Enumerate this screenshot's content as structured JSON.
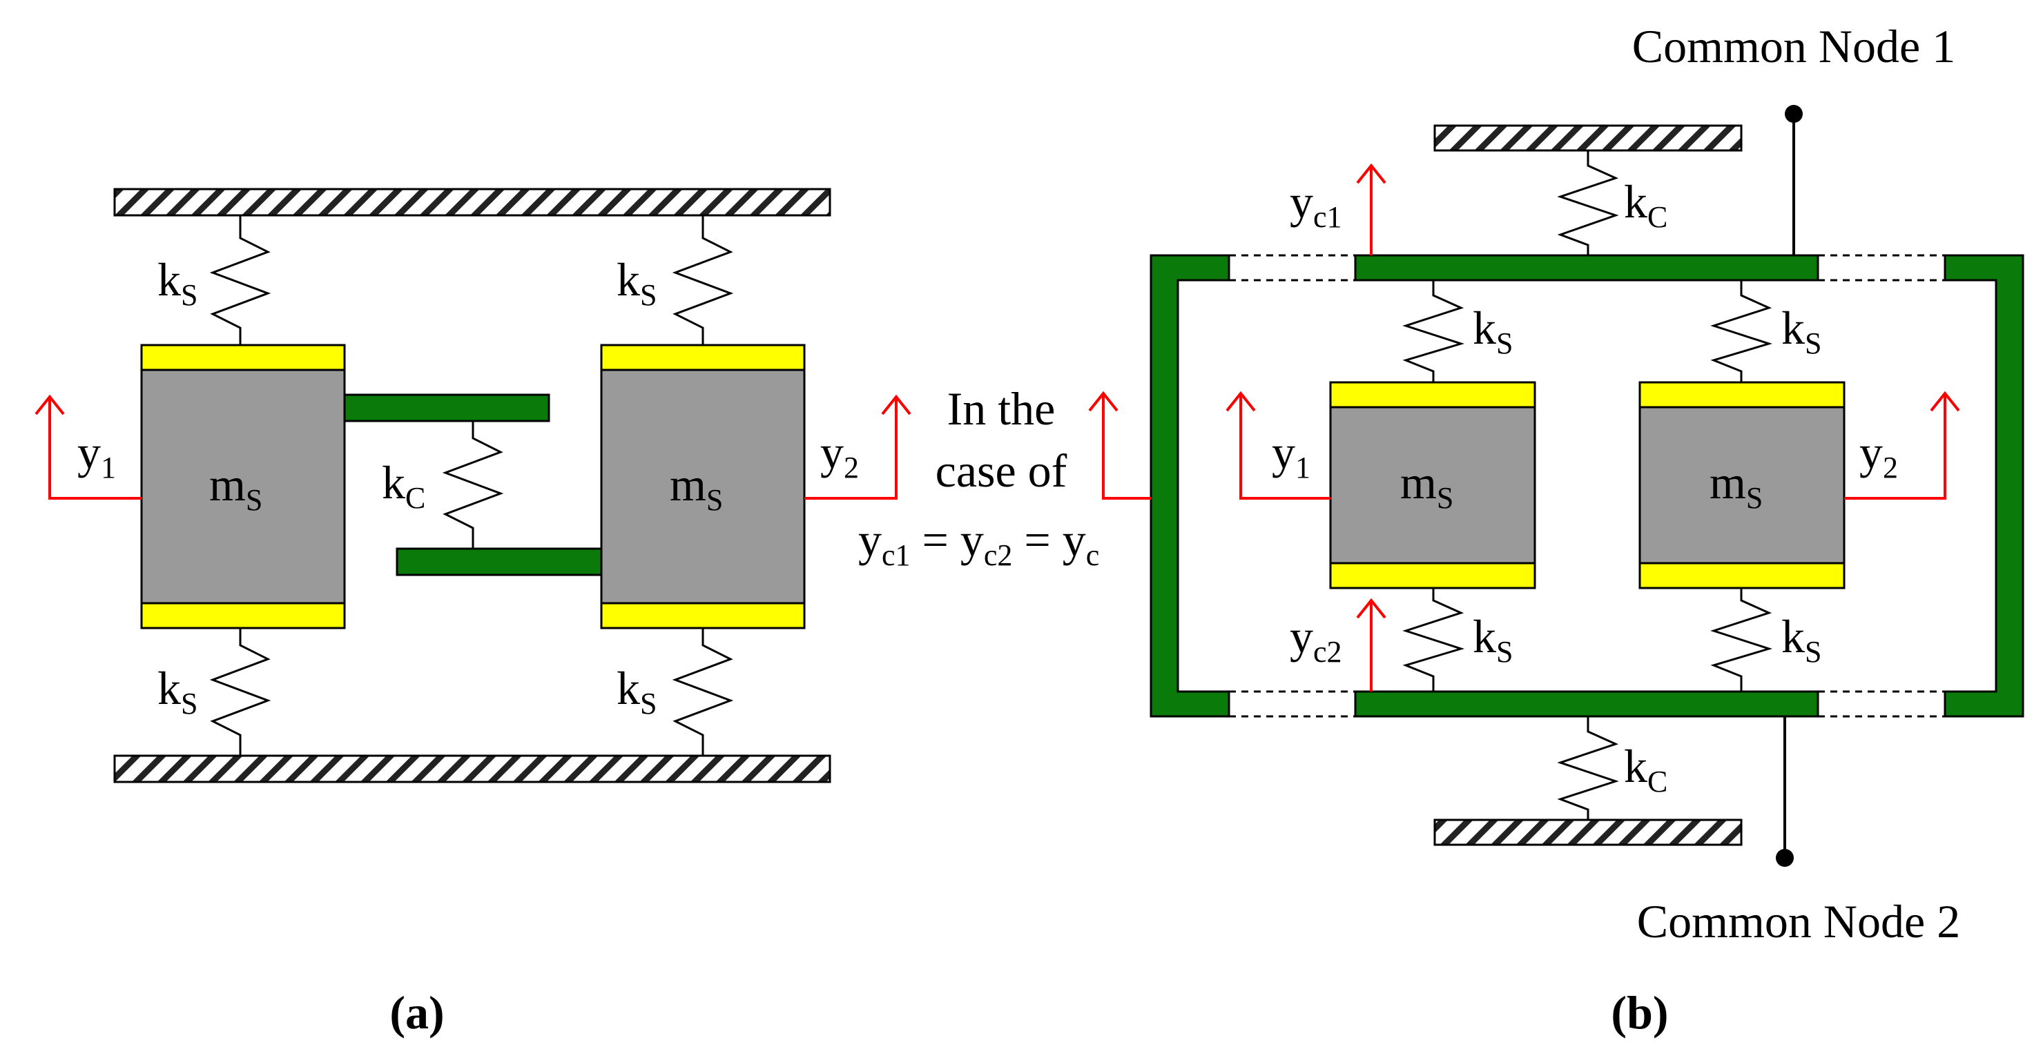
{
  "panel_a": {
    "caption": "a",
    "mass_label": "m",
    "mass_sub": "S",
    "spring_s_label": "k",
    "spring_s_sub": "S",
    "spring_c_label": "k",
    "spring_c_sub": "C",
    "y1_label": "y",
    "y1_sub": "1",
    "y2_label": "y",
    "y2_sub": "2"
  },
  "middle_note": {
    "line1": "In the",
    "line2": "case of",
    "eq_y": "y",
    "eq_c1": "c1",
    "eq_eq": " = ",
    "eq_c2": "c2",
    "eq_c": "c"
  },
  "panel_b": {
    "caption": "b",
    "node1_label": "Common Node 1",
    "node2_label": "Common Node 2",
    "mass_label": "m",
    "mass_sub": "S",
    "spring_s_label": "k",
    "spring_s_sub": "S",
    "spring_c_label": "k",
    "spring_c_sub": "C",
    "y1_label": "y",
    "y1_sub": "1",
    "y2_label": "y",
    "y2_sub": "2",
    "yc1_label": "y",
    "yc1_sub": "c1",
    "yc2_label": "y",
    "yc2_sub": "c2"
  },
  "colors": {
    "mass": "#9a9a9a",
    "pad": "#ffff00",
    "bar": "#0a7a0a",
    "arrow": "#ff0000",
    "ground": "#ffffff"
  }
}
